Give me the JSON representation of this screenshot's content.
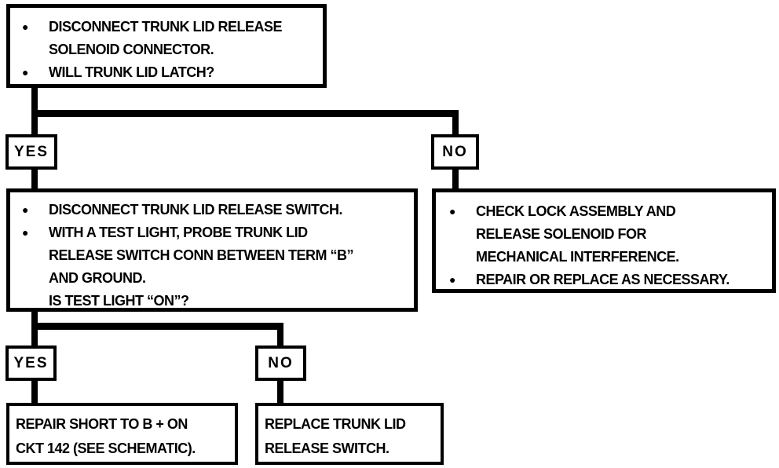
{
  "glyphs": {
    "bullet": "●"
  },
  "colors": {
    "ink": "#000000",
    "paper": "#ffffff"
  },
  "flowchart": {
    "start": {
      "bullets": [
        "DISCONNECT TRUNK LID RELEASE\nSOLENOID CONNECTOR.",
        "WILL TRUNK LID LATCH?"
      ]
    },
    "decision1": {
      "yes": "YES",
      "no": "NO"
    },
    "yes1_node": {
      "bullets": [
        "DISCONNECT TRUNK LID RELEASE SWITCH.",
        "WITH A TEST LIGHT, PROBE TRUNK LID\nRELEASE SWITCH CONN BETWEEN TERM “B”\nAND GROUND.\nIS TEST LIGHT “ON”?"
      ]
    },
    "no1_node": {
      "bullets": [
        "CHECK LOCK ASSEMBLY AND\nRELEASE SOLENOID FOR\nMECHANICAL INTERFERENCE.",
        "REPAIR OR REPLACE AS NECESSARY."
      ]
    },
    "decision2": {
      "yes": "YES",
      "no": "NO"
    },
    "yes2_node": {
      "text": "REPAIR SHORT TO B +  ON\nCKT 142 (SEE SCHEMATIC)."
    },
    "no2_node": {
      "text": "REPLACE TRUNK LID\nRELEASE SWITCH."
    }
  }
}
